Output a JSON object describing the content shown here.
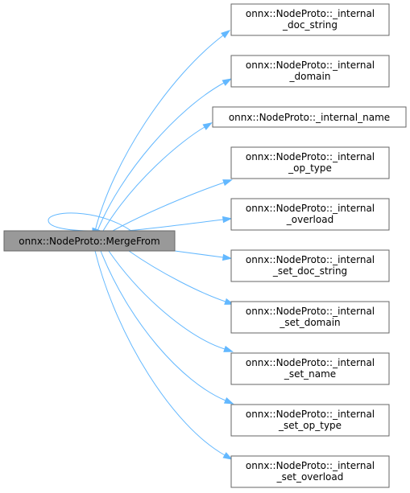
{
  "root": {
    "label": "onnx::NodeProto::MergeFrom"
  },
  "callees": [
    {
      "lines": [
        "onnx::NodeProto::_internal",
        "_doc_string"
      ]
    },
    {
      "lines": [
        "onnx::NodeProto::_internal",
        "_domain"
      ]
    },
    {
      "lines": [
        "onnx::NodeProto::_internal_name"
      ]
    },
    {
      "lines": [
        "onnx::NodeProto::_internal",
        "_op_type"
      ]
    },
    {
      "lines": [
        "onnx::NodeProto::_internal",
        "_overload"
      ]
    },
    {
      "lines": [
        "onnx::NodeProto::_internal",
        "_set_doc_string"
      ]
    },
    {
      "lines": [
        "onnx::NodeProto::_internal",
        "_set_domain"
      ]
    },
    {
      "lines": [
        "onnx::NodeProto::_internal",
        "_set_name"
      ]
    },
    {
      "lines": [
        "onnx::NodeProto::_internal",
        "_set_op_type"
      ]
    },
    {
      "lines": [
        "onnx::NodeProto::_internal",
        "_set_overload"
      ]
    }
  ],
  "colors": {
    "edge": "#63b8ff",
    "root_fill": "#999999",
    "node_border": "#666666"
  }
}
